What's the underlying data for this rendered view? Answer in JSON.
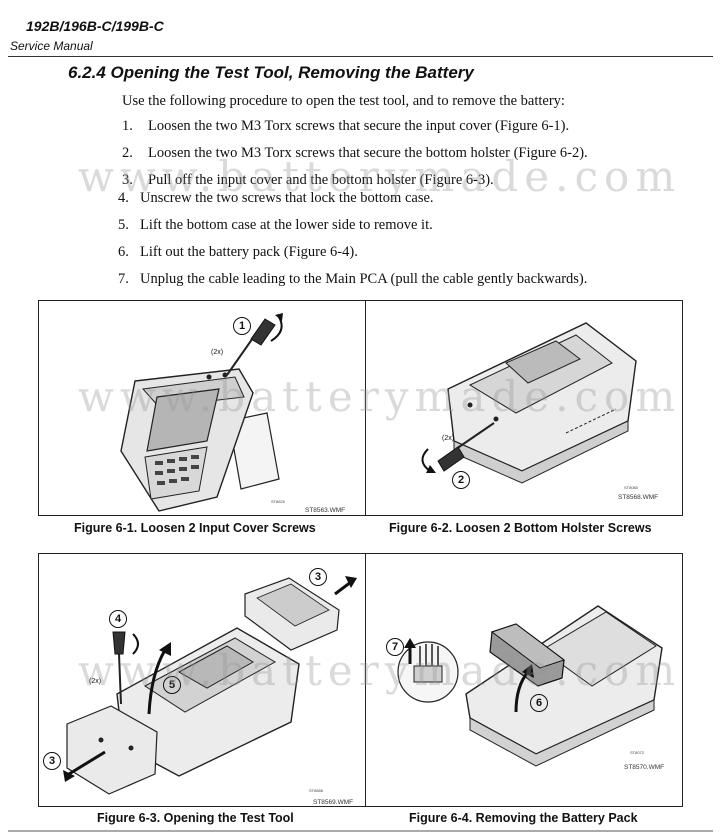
{
  "header": {
    "model": "192B/196B-C/199B-C",
    "manual": "Service Manual"
  },
  "section": {
    "title": "6.2.4 Opening the Test Tool, Removing the Battery",
    "intro": "Use the following procedure to open the test tool, and to remove the battery:"
  },
  "steps": [
    {
      "num": "1.",
      "text": "Loosen the two M3 Torx screws that secure the input cover (Figure 6-1)."
    },
    {
      "num": "2.",
      "text": "Loosen the two M3 Torx screws that secure the bottom holster (Figure 6-2)."
    },
    {
      "num": "3.",
      "text": "Pull off the input cover and the bottom holster (Figure 6-3)."
    },
    {
      "num": "4.",
      "text": "Unscrew the two screws that lock the bottom case."
    },
    {
      "num": "5.",
      "text": "Lift the bottom case at the lower side to remove it."
    },
    {
      "num": "6.",
      "text": "Lift out the battery pack (Figure 6-4)."
    },
    {
      "num": "7.",
      "text": "Unplug the cable leading to the Main PCA (pull the cable gently backwards)."
    }
  ],
  "figures": [
    {
      "caption": "Figure 6-1. Loosen 2 Input Cover Screws",
      "file": "ST8563.WMF",
      "code": "ST8620",
      "callouts": [
        "1",
        "(2x)"
      ]
    },
    {
      "caption": "Figure 6-2. Loosen 2 Bottom Holster Screws",
      "file": "ST8568.WMF",
      "code": "ST8080",
      "callouts": [
        "2",
        "(2x)"
      ]
    },
    {
      "caption": "Figure 6-3. Opening the Test Tool",
      "file": "ST8569.WMF",
      "code": "ST8686",
      "callouts": [
        "3",
        "4",
        "5",
        "3",
        "(2x)"
      ]
    },
    {
      "caption": "Figure 6-4. Removing the Battery Pack",
      "file": "ST8570.WMF",
      "code": "ST8072",
      "callouts": [
        "7",
        "6"
      ]
    }
  ],
  "watermark": "www.batterymade.com"
}
